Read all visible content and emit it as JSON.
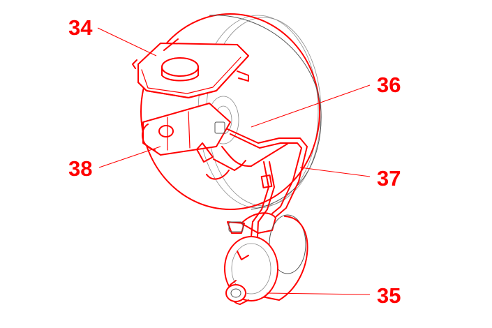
{
  "colors": {
    "accent": "#ff0000",
    "outline": "#555555",
    "background": "#ffffff"
  },
  "callouts": [
    {
      "id": "34",
      "label": "34"
    },
    {
      "id": "36",
      "label": "36"
    },
    {
      "id": "38",
      "label": "38"
    },
    {
      "id": "37",
      "label": "37"
    },
    {
      "id": "35",
      "label": "35"
    }
  ]
}
